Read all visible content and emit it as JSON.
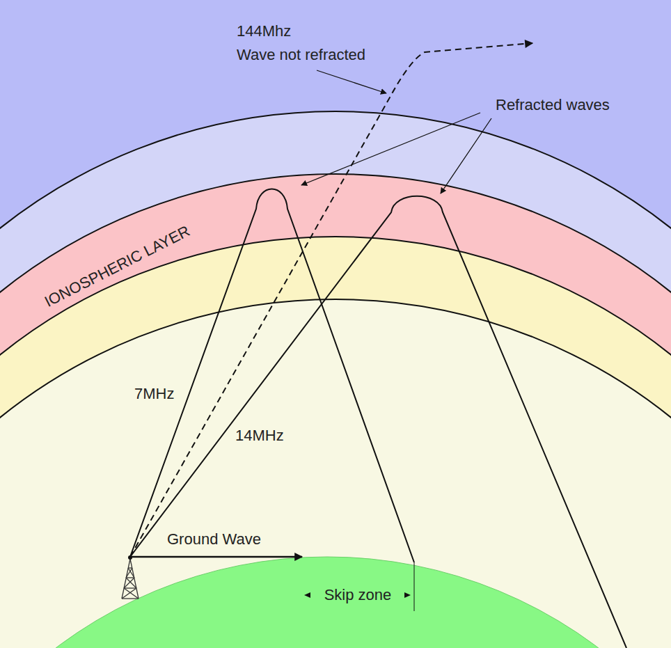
{
  "diagram": {
    "labels": [
      "144Mhz",
      "Wave not refracted",
      "Refracted waves",
      "IONOSPHERIC LAYER",
      "7MHz",
      "14MHz",
      "Ground Wave",
      "Skip zone"
    ]
  }
}
